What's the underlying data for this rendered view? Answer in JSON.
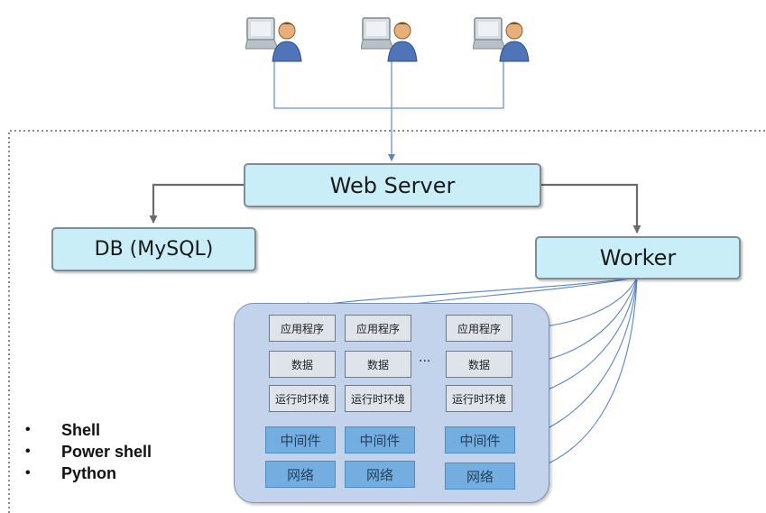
{
  "boxes": {
    "web_server": "Web Server",
    "db": "DB (MySQL)",
    "worker": "Worker"
  },
  "stack": {
    "columns": [
      {
        "app": "应用程序",
        "data": "数据",
        "runtime": "运行时环境",
        "middleware": "中间件",
        "network": "网络"
      },
      {
        "app": "应用程序",
        "data": "数据",
        "runtime": "运行时环境",
        "middleware": "中间件",
        "network": "网络"
      },
      {
        "app": "应用程序",
        "data": "数据",
        "runtime": "运行时环境",
        "middleware": "中间件",
        "network": "网络"
      }
    ],
    "ellipsis": "···"
  },
  "bullets": [
    "Shell",
    "Power shell",
    "Python"
  ],
  "users": [
    "user-computer-icon",
    "user-computer-icon",
    "user-computer-icon"
  ],
  "colors": {
    "box_fill": "#c9eef7",
    "stack_fill": "#c4d3ec",
    "cell_gray": "#dfe3ea",
    "cell_blue": "#74aee0",
    "arrow_blue": "#5a86c5",
    "arrow_gray": "#6b6b6b"
  }
}
